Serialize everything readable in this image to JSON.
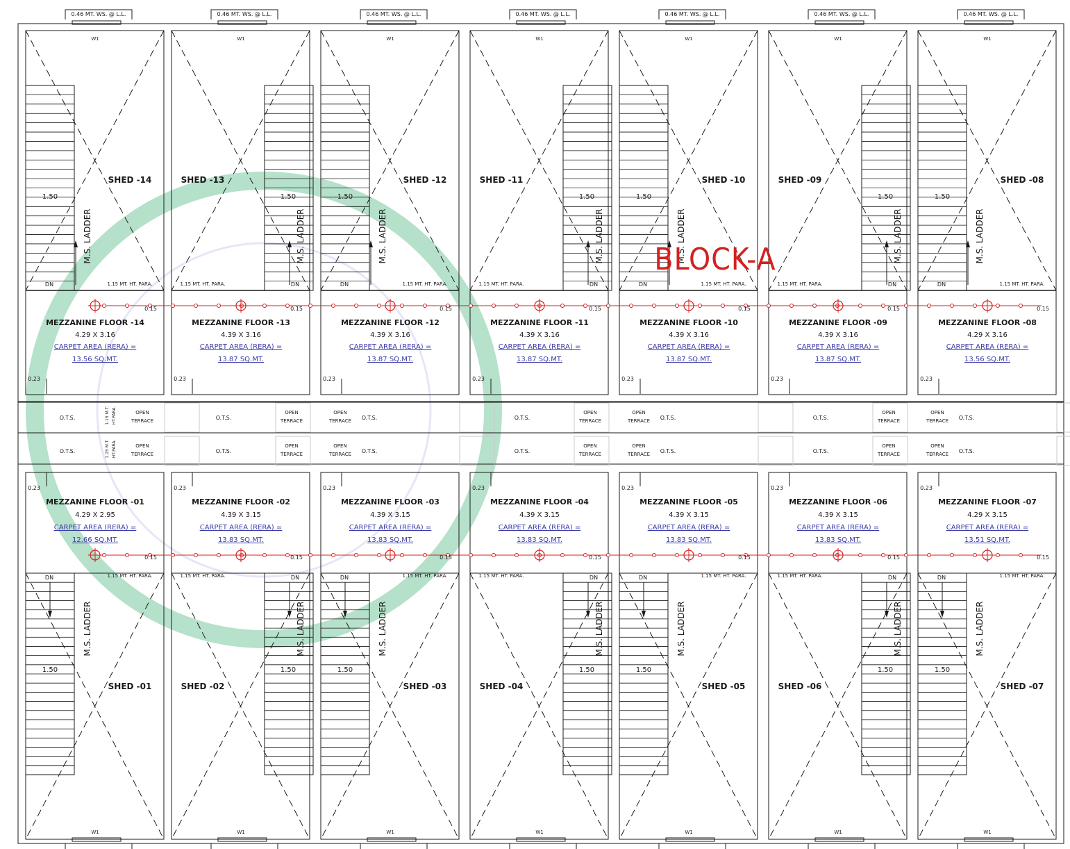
{
  "block_label": "BLOCK-A",
  "common": {
    "window_label": "0.46 MT. WS. @ L.L.",
    "window_mark": "W1",
    "parapet_label": "1.15 MT. HT. PARA.",
    "ladder_label": "M.S. LADDER",
    "stair_width": "1.50",
    "down_label": "DN",
    "carpet_label": "CARPET AREA (RERA) =",
    "offset_0_23": "0.23",
    "offset_0_15": "0.15",
    "ots_label": "O.T.S.",
    "open_terrace_line1": "OPEN",
    "open_terrace_line2": "TERRACE",
    "para_ht_line1": "1.15 M.T.",
    "para_ht_line2": "HT.PARA."
  },
  "top_units": [
    {
      "shed": "SHED -14",
      "mezz": "MEZZANINE FLOOR -14",
      "dims": "4.29 X 3.16",
      "area": "13.56 SQ.MT."
    },
    {
      "shed": "SHED -13",
      "mezz": "MEZZANINE FLOOR -13",
      "dims": "4.39 X 3.16",
      "area": "13.87 SQ.MT."
    },
    {
      "shed": "SHED -12",
      "mezz": "MEZZANINE FLOOR -12",
      "dims": "4.39 X 3.16",
      "area": "13.87 SQ.MT."
    },
    {
      "shed": "SHED -11",
      "mezz": "MEZZANINE FLOOR -11",
      "dims": "4.39 X 3.16",
      "area": "13.87 SQ.MT."
    },
    {
      "shed": "SHED -10",
      "mezz": "MEZZANINE FLOOR -10",
      "dims": "4.39 X 3.16",
      "area": "13.87 SQ.MT."
    },
    {
      "shed": "SHED -09",
      "mezz": "MEZZANINE FLOOR -09",
      "dims": "4.39 X 3.16",
      "area": "13.87 SQ.MT."
    },
    {
      "shed": "SHED -08",
      "mezz": "MEZZANINE FLOOR -08",
      "dims": "4.29 X 3.16",
      "area": "13.56 SQ.MT."
    }
  ],
  "bottom_units": [
    {
      "shed": "SHED -01",
      "mezz": "MEZZANINE FLOOR -01",
      "dims": "4.29 X 2.95",
      "area": "12.66 SQ.MT."
    },
    {
      "shed": "SHED -02",
      "mezz": "MEZZANINE FLOOR -02",
      "dims": "4.39 X 3.15",
      "area": "13.83 SQ.MT."
    },
    {
      "shed": "SHED -03",
      "mezz": "MEZZANINE FLOOR -03",
      "dims": "4.39 X 3.15",
      "area": "13.83 SQ.MT."
    },
    {
      "shed": "SHED -04",
      "mezz": "MEZZANINE FLOOR -04",
      "dims": "4.39 X 3.15",
      "area": "13.83 SQ.MT."
    },
    {
      "shed": "SHED -05",
      "mezz": "MEZZANINE FLOOR -05",
      "dims": "4.39 X 3.15",
      "area": "13.83 SQ.MT."
    },
    {
      "shed": "SHED -06",
      "mezz": "MEZZANINE FLOOR -06",
      "dims": "4.39 X 3.15",
      "area": "13.83 SQ.MT."
    },
    {
      "shed": "SHED -07",
      "mezz": "MEZZANINE FLOOR -07",
      "dims": "4.29 X 3.15",
      "area": "13.51 SQ.MT."
    }
  ],
  "colors": {
    "line": "#1a1a1a",
    "red": "#d42020",
    "blue": "#3a3aa8",
    "watermark": "#2fa86b",
    "faint": "#c9c9c9"
  }
}
